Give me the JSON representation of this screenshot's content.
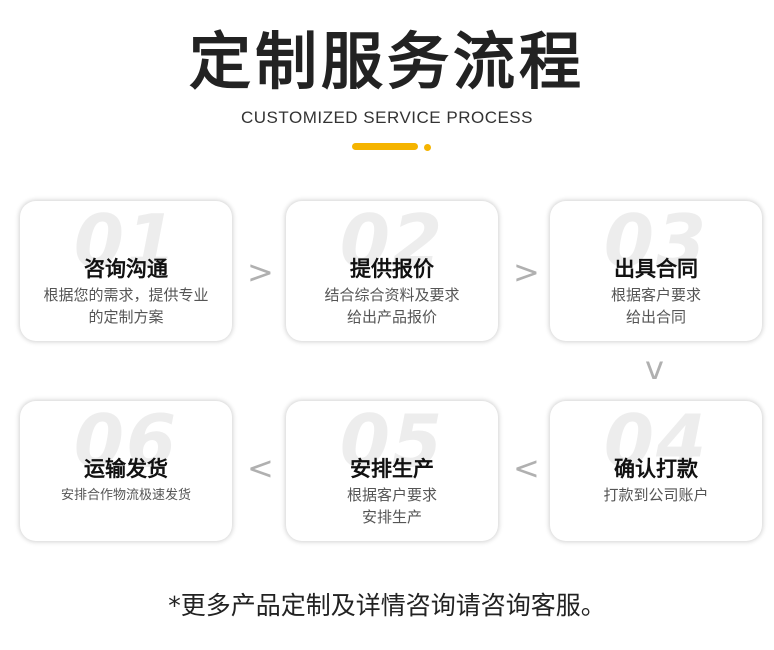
{
  "header": {
    "title": "定制服务流程",
    "subtitle": "CUSTOMIZED SERVICE PROCESS"
  },
  "colors": {
    "accent": "#f5b400",
    "card_shadow": "#cccccc",
    "number_watermark": "#ededed"
  },
  "steps": [
    {
      "num": "01",
      "title": "咨询沟通",
      "desc_line1": "根据您的需求，提供专业",
      "desc_line2": "的定制方案"
    },
    {
      "num": "02",
      "title": "提供报价",
      "desc_line1": "结合综合资料及要求",
      "desc_line2": "给出产品报价"
    },
    {
      "num": "03",
      "title": "出具合同",
      "desc_line1": "根据客户要求",
      "desc_line2": "给出合同"
    },
    {
      "num": "04",
      "title": "确认打款",
      "desc_line1": "打款到公司账户",
      "desc_line2": ""
    },
    {
      "num": "05",
      "title": "安排生产",
      "desc_line1": "根据客户要求",
      "desc_line2": "安排生产"
    },
    {
      "num": "06",
      "title": "运输发货",
      "desc_line1": "安排合作物流极速发货",
      "desc_line2": ""
    }
  ],
  "arrows": {
    "right": ">",
    "left": "<",
    "down": "v"
  },
  "footer": {
    "note": "*更多产品定制及详情咨询请咨询客服。"
  }
}
